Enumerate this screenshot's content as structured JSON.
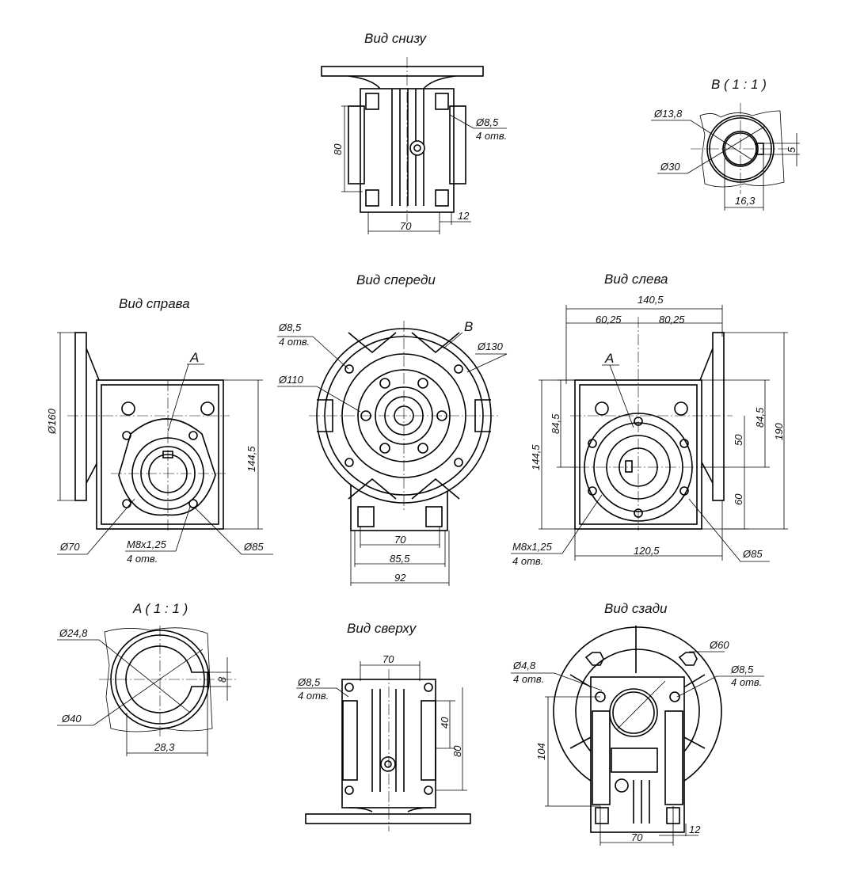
{
  "views": {
    "bottom": {
      "title": "Вид снизу",
      "hole": "Ø8,5",
      "hole_count": "4 отв.",
      "dim_80": "80",
      "dim_70": "70",
      "dim_12": "12"
    },
    "detail_b": {
      "title": "B ( 1 : 1 )",
      "d_inner": "Ø13,8",
      "d_outer": "Ø30",
      "key": "5",
      "depth": "16,3"
    },
    "front": {
      "title": "Вид спереди",
      "hole": "Ø8,5",
      "hole_count": "4 отв.",
      "callout": "B",
      "d_130": "Ø130",
      "d_110": "Ø110",
      "dim_70": "70",
      "dim_85_5": "85,5",
      "dim_92": "92"
    },
    "right": {
      "title": "Вид справа",
      "callout": "A",
      "d_160": "Ø160",
      "dim_144_5": "144,5",
      "d_70": "Ø70",
      "thread": "M8x1,25",
      "thread_count": "4 отв.",
      "d_85": "Ø85"
    },
    "left": {
      "title": "Вид слева",
      "dim_140_5": "140,5",
      "dim_60_25": "60,25",
      "dim_80_25": "80,25",
      "callout": "A",
      "dim_84_5_l": "84,5",
      "dim_84_5_r": "84,5",
      "dim_50": "50",
      "dim_190": "190",
      "dim_144_5": "144,5",
      "dim_60": "60",
      "dim_120_5": "120,5",
      "thread": "M8x1,25",
      "thread_count": "4 отв.",
      "d_85": "Ø85"
    },
    "detail_a": {
      "title": "A ( 1 : 1 )",
      "d_inner": "Ø24,8",
      "key": "8",
      "d_outer": "Ø40",
      "depth": "28,3"
    },
    "top": {
      "title": "Вид сверху",
      "dim_70": "70",
      "hole": "Ø8,5",
      "hole_count": "4 отв.",
      "dim_40": "40",
      "dim_80": "80"
    },
    "rear": {
      "title": "Вид сзади",
      "d_60": "Ø60",
      "hole_small": "Ø4,8",
      "hole_small_count": "4 отв.",
      "hole": "Ø8,5",
      "hole_count": "4 отв.",
      "dim_104": "104",
      "dim_70": "70",
      "dim_12": "12"
    }
  }
}
